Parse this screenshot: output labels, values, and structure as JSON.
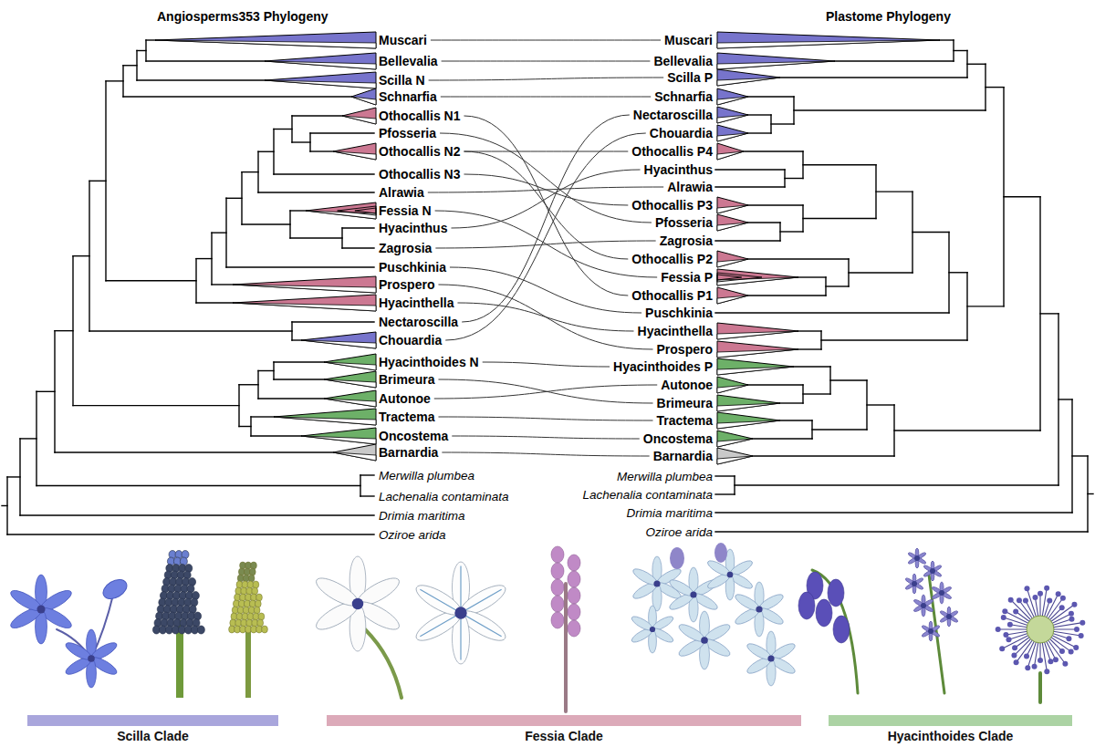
{
  "diagram": {
    "nodes": [
      {
        "text": [
          "Muscari"
        ]
      },
      {
        "text": [
          "Bellevalia"
        ]
      },
      {
        "text": [
          "Scilla N"
        ]
      },
      {
        "text": [
          "Schnarfia"
        ]
      },
      {
        "text": [
          "Othocallis N1"
        ]
      },
      {
        "text": [
          "Pfosseria"
        ]
      },
      {
        "text": [
          "Othocallis N2"
        ]
      },
      {
        "text": [
          "Othocallis N3"
        ]
      },
      {
        "text": [
          "Alrawia"
        ]
      },
      {
        "text": [
          "Fessia N"
        ]
      },
      {
        "text": [
          "Hyacinthus"
        ]
      },
      {
        "text": [
          "Zagrosia"
        ]
      },
      {
        "text": [
          "Puschkinia"
        ]
      },
      {
        "text": [
          "Prospero"
        ]
      },
      {
        "text": [
          "Hyacinthella"
        ]
      },
      {
        "text": [
          "Nectaroscilla"
        ]
      },
      {
        "text": [
          "Chouardia"
        ]
      },
      {
        "text": [
          "Hyacinthoides N"
        ]
      },
      {
        "text": [
          "Brimeura"
        ]
      },
      {
        "text": [
          "Autonoe"
        ]
      },
      {
        "text": [
          "Tractema"
        ]
      },
      {
        "text": [
          "Oncostema"
        ]
      },
      {
        "text": [
          "Barnardia"
        ]
      },
      {
        "text": [
          "Merwilla plumbea"
        ]
      },
      {
        "text": [
          "Lachenalia contaminata"
        ]
      },
      {
        "text": [
          "Drimia maritima"
        ]
      },
      {
        "text": [
          "Oziroe arida"
        ]
      },
      {
        "text": [
          "Muscari"
        ]
      },
      {
        "text": [
          "Bellevalia"
        ]
      },
      {
        "text": [
          "Scilla P"
        ]
      },
      {
        "text": [
          "Schnarfia"
        ]
      },
      {
        "text": [
          "Nectaroscilla"
        ]
      },
      {
        "text": [
          "Chouardia"
        ]
      },
      {
        "text": [
          "Othocallis P4"
        ]
      },
      {
        "text": [
          "Hyacinthus"
        ]
      },
      {
        "text": [
          "Alrawia"
        ]
      },
      {
        "text": [
          "Othocallis P3"
        ]
      },
      {
        "text": [
          "Pfosseria"
        ]
      },
      {
        "text": [
          "Zagrosia"
        ]
      },
      {
        "text": [
          "Othocallis P2"
        ]
      },
      {
        "text": [
          "Fessia P"
        ]
      },
      {
        "text": [
          "Othocallis P1"
        ]
      },
      {
        "text": [
          "Puschkinia"
        ]
      },
      {
        "text": [
          "Hyacinthella"
        ]
      },
      {
        "text": [
          "Prospero"
        ]
      },
      {
        "text": [
          "Hyacinthoides P"
        ]
      },
      {
        "text": [
          "Autonoe"
        ]
      },
      {
        "text": [
          "Brimeura"
        ]
      },
      {
        "text": [
          "Tractema"
        ]
      },
      {
        "text": [
          "Oncostema"
        ]
      },
      {
        "text": [
          "Barnardia"
        ]
      },
      {
        "text": [
          "Merwilla plumbea"
        ]
      },
      {
        "text": [
          "Lachenalia contaminata"
        ]
      },
      {
        "text": [
          "Drimia maritima"
        ]
      },
      {
        "text": [
          "Oziroe arida"
        ]
      }
    ],
    "edges": [
      {
        "from": 0,
        "to": 27,
        "arrow": "none"
      },
      {
        "from": 1,
        "to": 28,
        "arrow": "none"
      },
      {
        "from": 2,
        "to": 29,
        "arrow": "none"
      },
      {
        "from": 3,
        "to": 30,
        "arrow": "none"
      },
      {
        "from": 4,
        "to": 41,
        "arrow": "none"
      },
      {
        "from": 5,
        "to": 37,
        "arrow": "none"
      },
      {
        "from": 6,
        "to": 33,
        "arrow": "none"
      },
      {
        "from": 6,
        "to": 39,
        "arrow": "none"
      },
      {
        "from": 7,
        "to": 36,
        "arrow": "none"
      },
      {
        "from": 8,
        "to": 35,
        "arrow": "none"
      },
      {
        "from": 9,
        "to": 40,
        "arrow": "none"
      },
      {
        "from": 10,
        "to": 34,
        "arrow": "none"
      },
      {
        "from": 11,
        "to": 38,
        "arrow": "none"
      },
      {
        "from": 12,
        "to": 42,
        "arrow": "none"
      },
      {
        "from": 13,
        "to": 44,
        "arrow": "none"
      },
      {
        "from": 14,
        "to": 43,
        "arrow": "none"
      },
      {
        "from": 15,
        "to": 31,
        "arrow": "none"
      },
      {
        "from": 16,
        "to": 32,
        "arrow": "none"
      },
      {
        "from": 17,
        "to": 45,
        "arrow": "none"
      },
      {
        "from": 18,
        "to": 47,
        "arrow": "none"
      },
      {
        "from": 19,
        "to": 46,
        "arrow": "none"
      },
      {
        "from": 20,
        "to": 48,
        "arrow": "none"
      },
      {
        "from": 21,
        "to": 49,
        "arrow": "none"
      },
      {
        "from": 22,
        "to": 50,
        "arrow": "none"
      }
    ],
    "labels": [
      "Angiosperms353 Phylogeny",
      "Plastome Phylogeny"
    ],
    "legend": [
      {
        "text": "Scilla Clade",
        "color": "#a9a6dc"
      },
      {
        "text": "Fessia Clade",
        "color": "#dcaab9"
      },
      {
        "text": "Hyacinthoides Clade",
        "color": "#acd3a4"
      }
    ]
  }
}
